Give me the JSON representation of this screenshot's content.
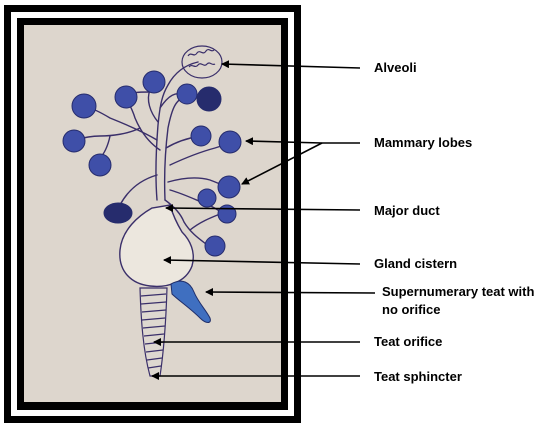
{
  "labels": {
    "alveoli": "Alveoli",
    "mammary_lobes": "Mammary lobes",
    "major_duct": "Major duct",
    "gland_cistern": "Gland cistern",
    "supernumerary_line1": "Supernumerary teat with",
    "supernumerary_line2": "no orifice",
    "teat_orifice": "Teat orifice",
    "teat_sphincter": "Teat sphincter"
  },
  "colors": {
    "frame_outer": "#000000",
    "frame_mat": "#ffffff",
    "paper": "#ddd6cd",
    "ink": "#3a2f6a",
    "lobe_fill": "#3f4fa8",
    "lobe_dark": "#262c6d",
    "teat_fill": "#3f6fc0",
    "arrow": "#000000",
    "text": "#000000"
  },
  "icons": {
    "arrow": "left-pointing-arrow"
  }
}
